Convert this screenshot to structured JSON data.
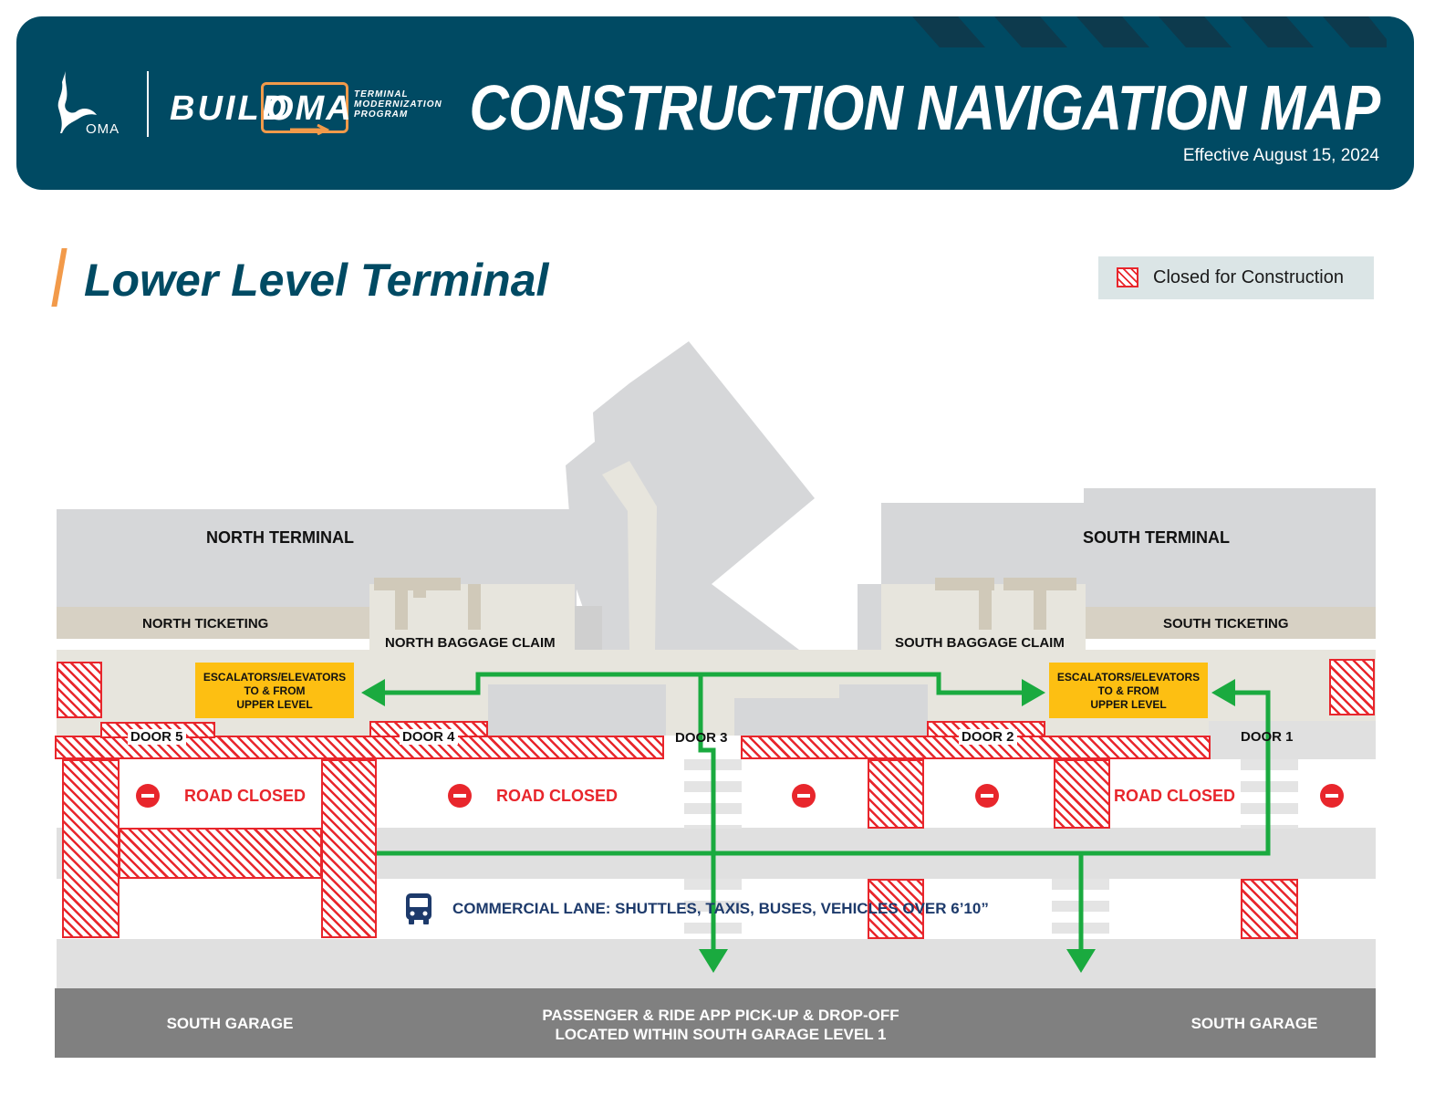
{
  "header": {
    "oma_logo_text": "OMA",
    "build_word": "BUILD",
    "oma_word": "OMA",
    "program_text": [
      "TERMINAL",
      "MODERNIZATION",
      "PROGRAM"
    ],
    "title": "CONSTRUCTION NAVIGATION  MAP",
    "effective_date": "Effective August 15, 2024",
    "bg_color": "#004a63",
    "accent_color": "#f29a4a"
  },
  "section": {
    "title": "Lower Level Terminal"
  },
  "legend": {
    "label": "Closed for Construction",
    "swatch_color": "#e8262c"
  },
  "map": {
    "north_terminal": "NORTH TERMINAL",
    "south_terminal": "SOUTH TERMINAL",
    "north_ticketing": "NORTH TICKETING",
    "south_ticketing": "SOUTH TICKETING",
    "north_baggage": "NORTH BAGGAGE CLAIM",
    "south_baggage": "SOUTH BAGGAGE CLAIM",
    "escalator_north": [
      "ESCALATORS/ELEVATORS",
      "TO & FROM",
      "UPPER LEVEL"
    ],
    "escalator_south": [
      "ESCALATORS/ELEVATORS",
      "TO & FROM",
      "UPPER LEVEL"
    ],
    "doors": {
      "door5": "DOOR 5",
      "door4": "DOOR 4",
      "door3": "DOOR 3",
      "door2": "DOOR 2",
      "door1": "DOOR 1"
    },
    "road_closed": [
      "ROAD CLOSED",
      "ROAD CLOSED",
      "ROAD CLOSED"
    ],
    "commercial_lane": "COMMERCIAL LANE: SHUTTLES, TAXIS, BUSES, VEHICLES OVER 6’10”",
    "garage_left": "SOUTH GARAGE",
    "garage_right": "SOUTH GARAGE",
    "pickup_line1": "PASSENGER & RIDE APP PICK-UP & DROP-OFF",
    "pickup_line2": "LOCATED WITHIN SOUTH GARAGE LEVEL 1",
    "route_color": "#1aaa3f",
    "closed_color": "#e8262c",
    "escalator_color": "#fdbf12"
  }
}
